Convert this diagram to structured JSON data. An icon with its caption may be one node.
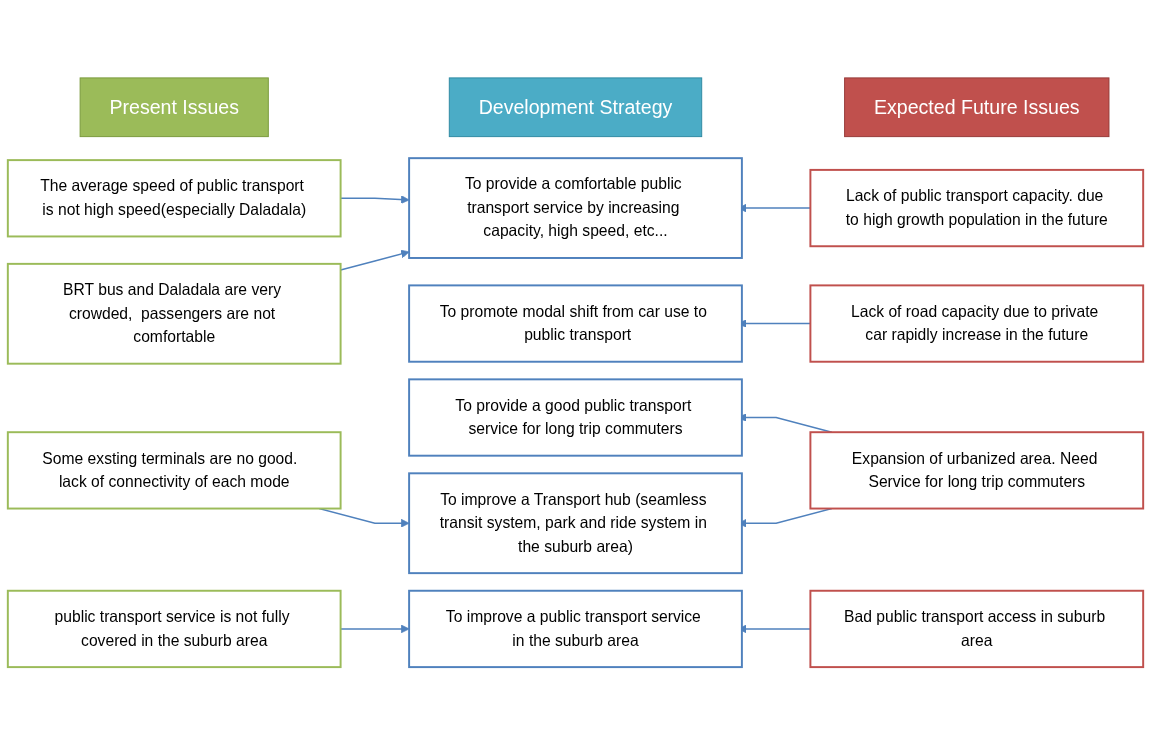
{
  "diagram": {
    "nodes": [
      {
        "text": [
          "Present Issues"
        ]
      },
      {
        "text": [
          "Development Strategy"
        ]
      },
      {
        "text": [
          "Expected Future Issues"
        ]
      },
      {
        "text": [
          "The average speed of public transport is not high speed(especially Daladala)"
        ]
      },
      {
        "text": [
          "To provide a comfortable public transport service by increasing capacity, high speed, etc..."
        ]
      },
      {
        "text": [
          "Lack of public transport capacity. due to high growth population in the future"
        ]
      },
      {
        "text": [
          "BRT bus and Daladala are very crowded,  passengers are not comfortable"
        ]
      },
      {
        "text": [
          "To promote modal shift from car use to  public transport"
        ]
      },
      {
        "text": [
          "Lack of road capacity due to private car rapidly increase in the future"
        ]
      },
      {
        "text": [
          "Some exsting terminals are no good.  lack of connectivity of each mode"
        ]
      },
      {
        "text": [
          "To provide a good public transport service for long trip commuters"
        ]
      },
      {
        "text": [
          "Expansion of urbanized area. Need Service for long trip commuters"
        ]
      },
      {
        "text": [
          "To improve a Transport hub (seamless transit system, park and ride system in the suburb area)"
        ]
      },
      {
        "text": [
          "public transport service is not fully covered in the suburb area"
        ]
      },
      {
        "text": [
          "To improve a public transport service in the suburb area"
        ]
      },
      {
        "text": [
          "Bad public transport access in suburb area"
        ]
      }
    ],
    "edges": [
      {
        "from": 3,
        "to": 4,
        "arrow": "to"
      },
      {
        "from": 6,
        "to": 4,
        "arrow": "to"
      },
      {
        "from": 5,
        "to": 4,
        "arrow": "to"
      },
      {
        "from": 8,
        "to": 7,
        "arrow": "to"
      },
      {
        "from": 11,
        "to": 10,
        "arrow": "to"
      },
      {
        "from": 11,
        "to": 12,
        "arrow": "to"
      },
      {
        "from": 9,
        "to": 12,
        "arrow": "to"
      },
      {
        "from": 13,
        "to": 14,
        "arrow": "to"
      },
      {
        "from": 15,
        "to": 14,
        "arrow": "to"
      }
    ]
  }
}
